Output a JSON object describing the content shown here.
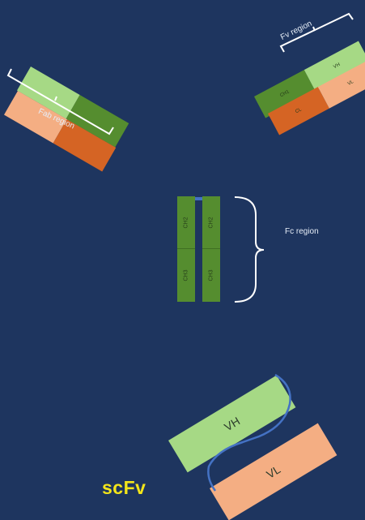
{
  "colors": {
    "background": "#1e355f",
    "heavy_light_green": "#a6d985",
    "heavy_dark_green": "#558d2f",
    "light_peach": "#f4ae83",
    "light_orange": "#d56424",
    "linker_blue": "#4472c4",
    "bracket_white": "#ffffff",
    "scfv_yellow": "#f3e51a"
  },
  "left_arm": {
    "fab_label": "Fab region"
  },
  "right_arm": {
    "fv_label": "Fv region",
    "ch1_label": "CH1",
    "vh_label": "VH",
    "cl_label": "CL",
    "vl_label": "VL"
  },
  "stem": {
    "fc_label": "Fc region",
    "left_upper": "CH2",
    "left_lower": "CH3",
    "right_upper": "CH2",
    "right_lower": "CH3"
  },
  "scfv": {
    "title": "scFv",
    "vh_label": "VH",
    "vl_label": "VL"
  }
}
